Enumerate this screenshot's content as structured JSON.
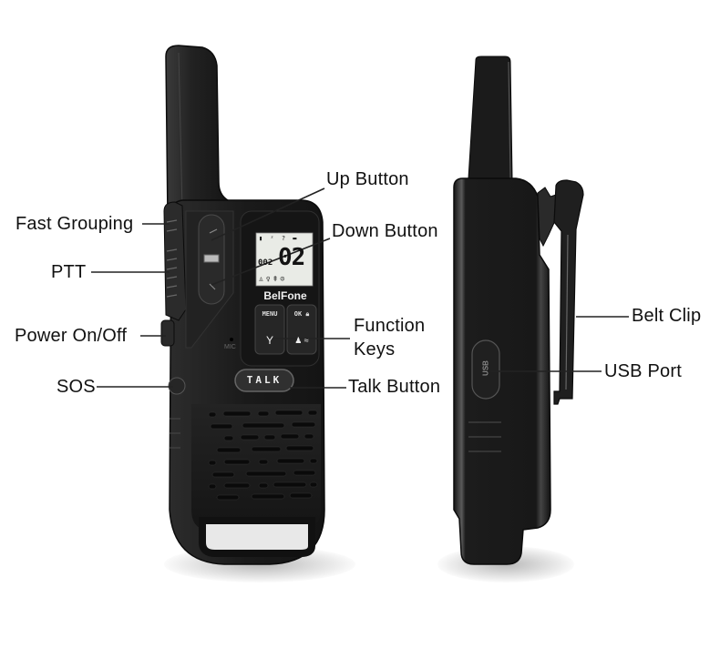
{
  "product": {
    "brand": "BelFone",
    "views": [
      "front-view",
      "side-view"
    ]
  },
  "front": {
    "lcd": {
      "channel": "02",
      "subcode": "002",
      "status_icons": [
        "signal-icon",
        "sleep-icon",
        "question-icon",
        "battery-icon",
        "headset-icon",
        "lock-icon",
        "vox-icon",
        "scan-icon",
        "bell-icon",
        "mic-icon",
        "group-icon",
        "lock-round-icon"
      ]
    },
    "brand_label": "BelFone",
    "keys": {
      "menu": "MENU",
      "ok": "OK",
      "talk": "TALK"
    },
    "mic_label": "MIC",
    "sos_label": "SOS"
  },
  "side": {
    "usb_label": "USB"
  },
  "callouts": {
    "fast_grouping": "Fast Grouping",
    "ptt": "PTT",
    "power": "Power On/Off",
    "sos": "SOS",
    "up_button": "Up Button",
    "down_button": "Down Button",
    "function_keys_line1": "Function",
    "function_keys_line2": "Keys",
    "talk_button": "Talk Button",
    "belt_clip": "Belt Clip",
    "usb_port": "USB Port"
  },
  "colors": {
    "body": "#1b1b1b",
    "body_highlight": "#3a3a3a",
    "lcd_bg": "#e9ebe6",
    "lcd_ink": "#141414",
    "label_text": "#111111",
    "leader_line": "#222222"
  }
}
